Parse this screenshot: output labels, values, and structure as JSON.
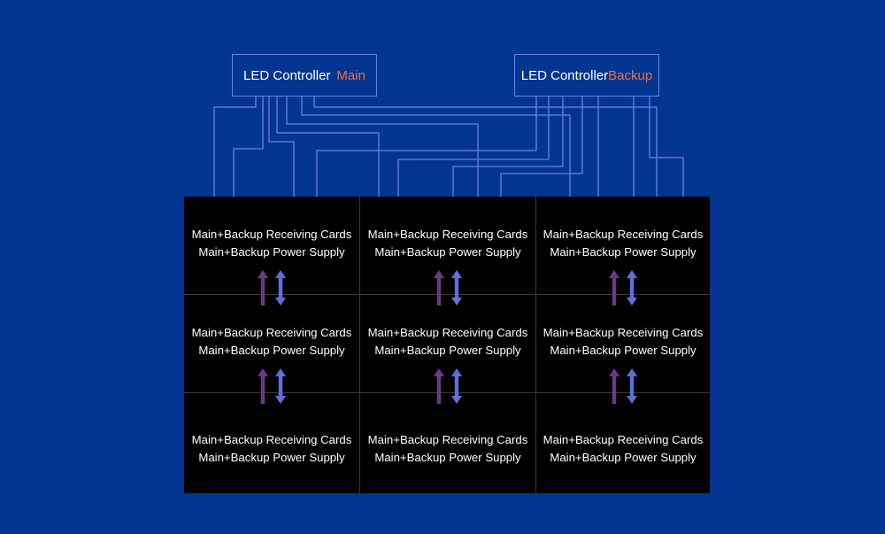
{
  "controllers": {
    "main": {
      "label": "LED Controller",
      "highlight": "Main"
    },
    "backup": {
      "label": "LED Controller",
      "highlight": "Backup"
    }
  },
  "cells": [
    {
      "line1": "Main+Backup Receiving Cards",
      "line2": "Main+Backup Power Supply"
    },
    {
      "line1": "Main+Backup Receiving Cards",
      "line2": "Main+Backup Power Supply"
    },
    {
      "line1": "Main+Backup Receiving Cards",
      "line2": "Main+Backup Power Supply"
    },
    {
      "line1": "Main+Backup Receiving Cards",
      "line2": "Main+Backup Power Supply"
    },
    {
      "line1": "Main+Backup Receiving Cards",
      "line2": "Main+Backup Power Supply"
    },
    {
      "line1": "Main+Backup Receiving Cards",
      "line2": "Main+Backup Power Supply"
    },
    {
      "line1": "Main+Backup Receiving Cards",
      "line2": "Main+Backup Power Supply"
    },
    {
      "line1": "Main+Backup Receiving Cards",
      "line2": "Main+Backup Power Supply"
    },
    {
      "line1": "Main+Backup Receiving Cards",
      "line2": "Main+Backup Power Supply"
    }
  ],
  "colors": {
    "background": "#023590",
    "main_cable": "#6f7cf0",
    "highlight_text": "#f0703c",
    "main_arrow": "#6b3a7d",
    "backup_arrow": "#5d6fd8"
  }
}
